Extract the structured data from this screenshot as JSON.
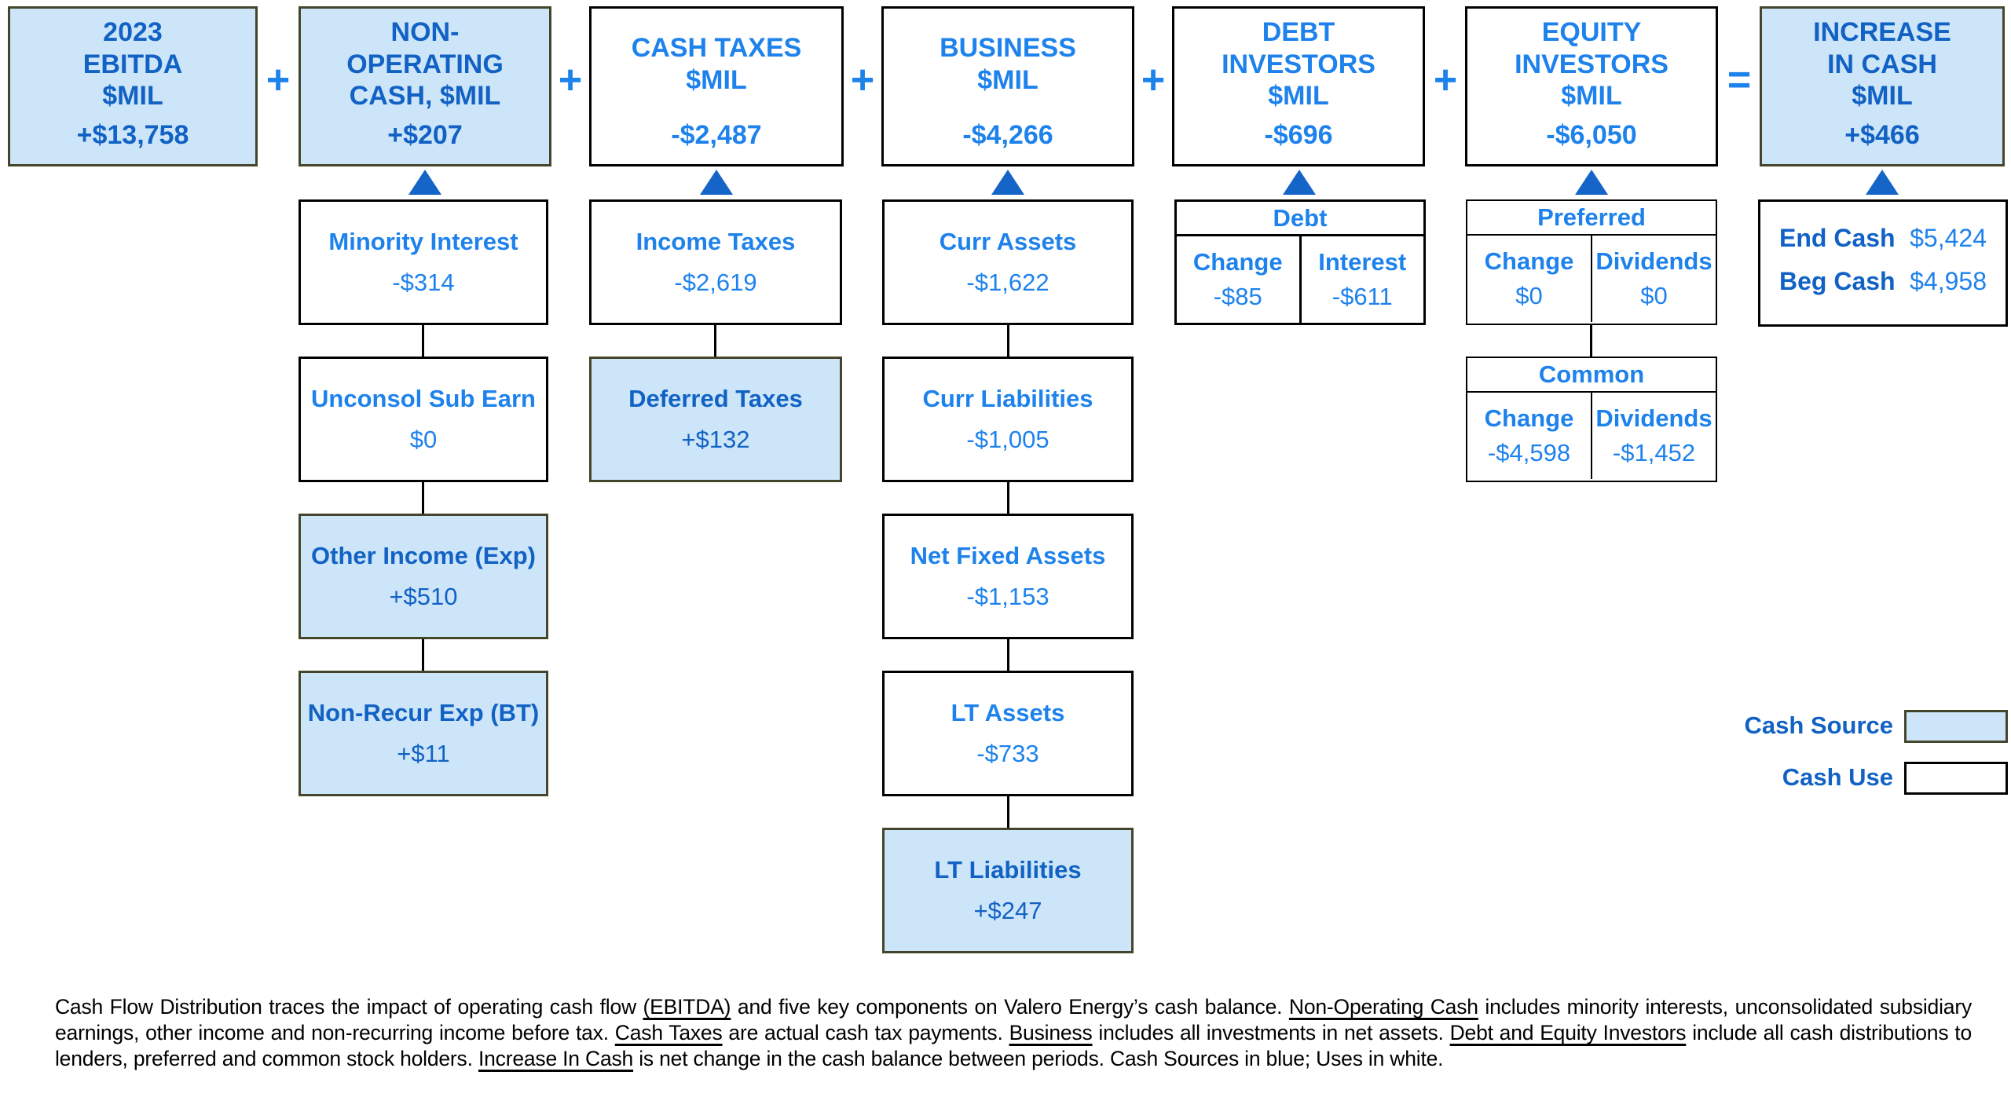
{
  "colors": {
    "source_fill": "#cde5f8",
    "source_border": "#45452b",
    "use_border": "#000000",
    "dark_blue_text": "#1162c4",
    "bright_blue_text": "#1e82ec",
    "arrow_blue": "#1565c8"
  },
  "operators": {
    "plus": "+",
    "equals": "="
  },
  "top": {
    "ebitda": {
      "title": "2023\nEBITDA\n$MIL",
      "value": "+$13,758"
    },
    "nonop": {
      "title": "NON-\nOPERATING\nCASH, $MIL",
      "value": "+$207"
    },
    "cash_taxes": {
      "title": "CASH TAXES\n$MIL",
      "value": "-$2,487"
    },
    "business": {
      "title": "BUSINESS\n$MIL",
      "value": "-$4,266"
    },
    "debt": {
      "title": "DEBT\nINVESTORS\n$MIL",
      "value": "-$696"
    },
    "equity": {
      "title": "EQUITY\nINVESTORS\n$MIL",
      "value": "-$6,050"
    },
    "increase": {
      "title": "INCREASE\nIN CASH\n$MIL",
      "value": "+$466"
    }
  },
  "columns": {
    "nonop": {
      "items": [
        {
          "title": "Minority Interest",
          "value": "-$314"
        },
        {
          "title": "Unconsol Sub Earn",
          "value": "$0"
        },
        {
          "title": "Other Income (Exp)",
          "value": "+$510"
        },
        {
          "title": "Non-Recur Exp (BT)",
          "value": "+$11"
        }
      ]
    },
    "taxes": {
      "items": [
        {
          "title": "Income Taxes",
          "value": "-$2,619"
        },
        {
          "title": "Deferred Taxes",
          "value": "+$132"
        }
      ]
    },
    "business": {
      "items": [
        {
          "title": "Curr Assets",
          "value": "-$1,622"
        },
        {
          "title": "Curr Liabilities",
          "value": "-$1,005"
        },
        {
          "title": "Net Fixed Assets",
          "value": "-$1,153"
        },
        {
          "title": "LT Assets",
          "value": "-$733"
        },
        {
          "title": "LT Liabilities",
          "value": "+$247"
        }
      ]
    },
    "debt_table": {
      "title": "Debt",
      "cells": [
        {
          "label": "Change",
          "value": "-$85"
        },
        {
          "label": "Interest",
          "value": "-$611"
        }
      ]
    },
    "equity_tables": [
      {
        "title": "Preferred",
        "cells": [
          {
            "label": "Change",
            "value": "$0"
          },
          {
            "label": "Dividends",
            "value": "$0"
          }
        ]
      },
      {
        "title": "Common",
        "cells": [
          {
            "label": "Change",
            "value": "-$4,598"
          },
          {
            "label": "Dividends",
            "value": "-$1,452"
          }
        ]
      }
    ],
    "cash_summary": {
      "rows": [
        {
          "label": "End Cash",
          "value": "$5,424"
        },
        {
          "label": "Beg Cash",
          "value": "$4,958"
        }
      ]
    }
  },
  "legend": {
    "source": "Cash Source",
    "use": "Cash Use"
  },
  "footnote": {
    "segments": [
      {
        "text": "Cash Flow Distribution traces the impact of operating cash flow ",
        "u": false
      },
      {
        "text": "(EBITDA)",
        "u": true
      },
      {
        "text": " and five key components on Valero Energy’s cash balance. ",
        "u": false
      },
      {
        "text": "Non-Operating Cash",
        "u": true
      },
      {
        "text": " includes minority interests, unconsolidated subsidiary earnings, other income and non-recurring income before tax. ",
        "u": false
      },
      {
        "text": "Cash Taxes",
        "u": true
      },
      {
        "text": " are actual cash tax payments. ",
        "u": false
      },
      {
        "text": "Business",
        "u": true
      },
      {
        "text": " includes all investments in net assets. ",
        "u": false
      },
      {
        "text": "Debt and Equity Investors",
        "u": true
      },
      {
        "text": " include all cash distributions to lenders, preferred and common stock holders. ",
        "u": false
      },
      {
        "text": "Increase In Cash",
        "u": true
      },
      {
        "text": " is net change in the cash balance between periods. Cash Sources in blue; Uses in white.",
        "u": false
      }
    ]
  }
}
